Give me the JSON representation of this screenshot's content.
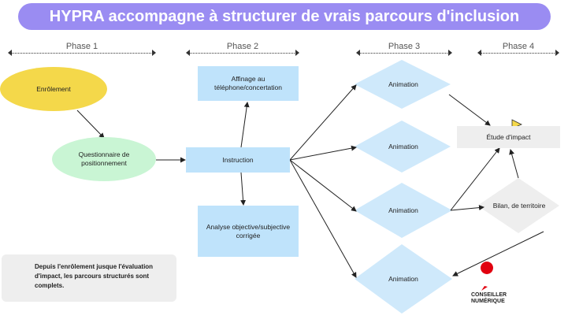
{
  "header": {
    "title": "HYPRA accompagne à structurer de vrais parcours d'inclusion"
  },
  "phases": [
    "Phase 1",
    "Phase 2",
    "Phase 3",
    "Phase 4"
  ],
  "nodes": {
    "enrolement": "Enrôlement",
    "questionnaire": "Questionnaire de positionnement",
    "instruction": "Instruction",
    "affinage": "Affinage au téléphone/concertation",
    "analyse": "Analyse objective/subjective corrigée",
    "animation_1": "Animation",
    "animation_2": "Animation",
    "animation_3": "Animation",
    "animation_4": "Animation",
    "etude": "Étude d'impact",
    "bilan": "Bilan, de territoire"
  },
  "note": {
    "text": "Depuis l'enrôlement jusque l'évaluation d'impact, les parcours structurés sont complets."
  },
  "logo": {
    "line1": "CONSEILLER",
    "line2": "NUMÉRIQUE"
  },
  "colors": {
    "title_bg": "#9a8cf2",
    "enrolement": "#f4d84a",
    "questionnaire": "#c9f5d4",
    "instruction": "#bfe3fb",
    "diamond": "#cfe9fb",
    "etude": "#eeeeee",
    "logo_red": "#e1000f"
  },
  "icons": [
    "lightbulb-icon",
    "cursor-icon",
    "conseiller-numerique-logo-icon"
  ]
}
